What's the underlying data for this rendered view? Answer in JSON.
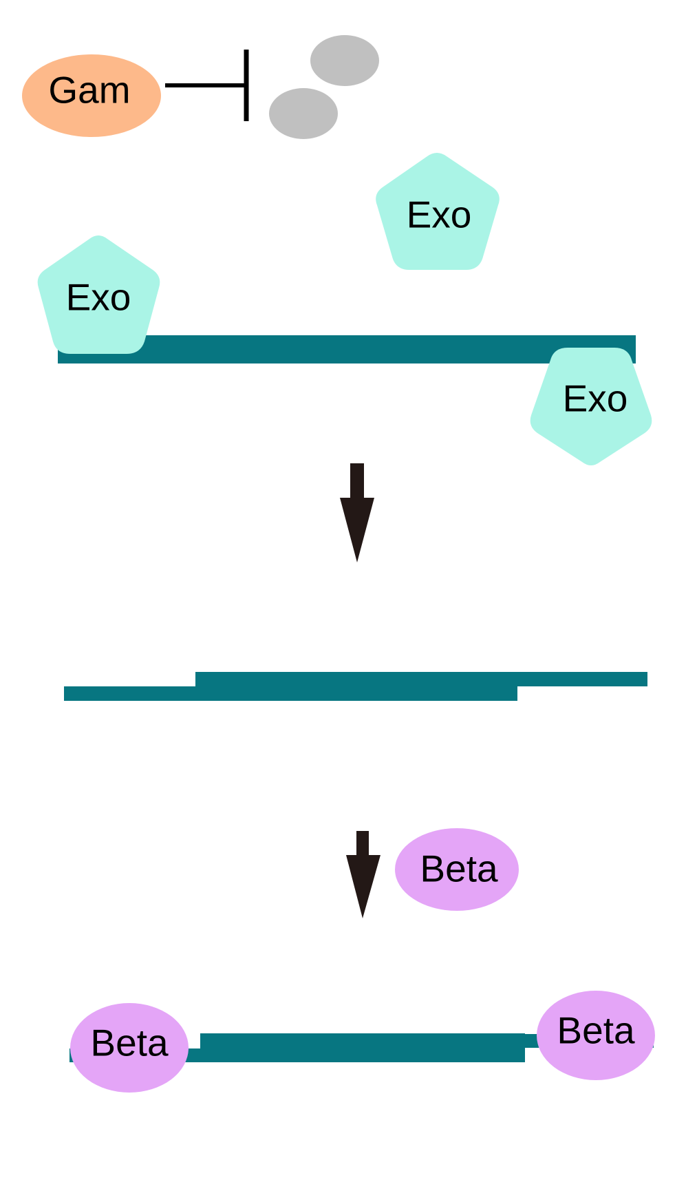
{
  "labels": {
    "gam": "Gam",
    "exo": "Exo",
    "beta": "Beta"
  },
  "colors": {
    "gam": "#FDB98A",
    "exo": "#AAF4E6",
    "beta": "#E4A5F7",
    "dna": "#077681",
    "inhibited_complex": "#C0C0C0",
    "inhibitor_line": "#000000",
    "arrow": "#231816",
    "background": "#FFFFFF"
  }
}
